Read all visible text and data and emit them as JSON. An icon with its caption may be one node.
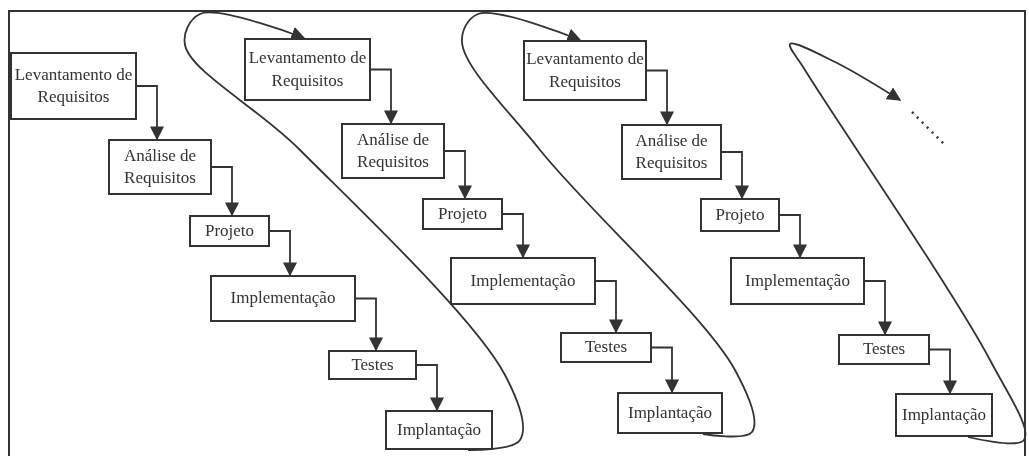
{
  "diagram": {
    "nodes": [
      {
        "text": [
          "Levantamento de Requisitos"
        ]
      },
      {
        "text": [
          "Análise de Requisitos"
        ]
      },
      {
        "text": [
          "Projeto"
        ]
      },
      {
        "text": [
          "Implementação"
        ]
      },
      {
        "text": [
          "Testes"
        ]
      },
      {
        "text": [
          "Implantação"
        ]
      },
      {
        "text": [
          "Levantamento de Requisitos"
        ]
      },
      {
        "text": [
          "Análise de Requisitos"
        ]
      },
      {
        "text": [
          "Projeto"
        ]
      },
      {
        "text": [
          "Implementação"
        ]
      },
      {
        "text": [
          "Testes"
        ]
      },
      {
        "text": [
          "Implantação"
        ]
      },
      {
        "text": [
          "Levantamento de Requisitos"
        ]
      },
      {
        "text": [
          "Análise de Requisitos"
        ]
      },
      {
        "text": [
          "Projeto"
        ]
      },
      {
        "text": [
          "Implementação"
        ]
      },
      {
        "text": [
          "Testes"
        ]
      },
      {
        "text": [
          "Implantação"
        ]
      }
    ],
    "edges": [
      {
        "from": 0,
        "to": 1,
        "arrow": "to"
      },
      {
        "from": 1,
        "to": 2,
        "arrow": "to"
      },
      {
        "from": 2,
        "to": 3,
        "arrow": "to"
      },
      {
        "from": 3,
        "to": 4,
        "arrow": "to"
      },
      {
        "from": 4,
        "to": 5,
        "arrow": "to"
      },
      {
        "from": 5,
        "to": 6,
        "arrow": "to"
      },
      {
        "from": 6,
        "to": 7,
        "arrow": "to"
      },
      {
        "from": 7,
        "to": 8,
        "arrow": "to"
      },
      {
        "from": 8,
        "to": 9,
        "arrow": "to"
      },
      {
        "from": 9,
        "to": 10,
        "arrow": "to"
      },
      {
        "from": 10,
        "to": 11,
        "arrow": "to"
      },
      {
        "from": 11,
        "to": 12,
        "arrow": "to"
      },
      {
        "from": 12,
        "to": 13,
        "arrow": "to"
      },
      {
        "from": 13,
        "to": 14,
        "arrow": "to"
      },
      {
        "from": 14,
        "to": 15,
        "arrow": "to"
      },
      {
        "from": 15,
        "to": 16,
        "arrow": "to"
      },
      {
        "from": 16,
        "to": 17,
        "arrow": "to"
      },
      {
        "from": 17,
        "to": null,
        "arrow": "to"
      }
    ]
  }
}
